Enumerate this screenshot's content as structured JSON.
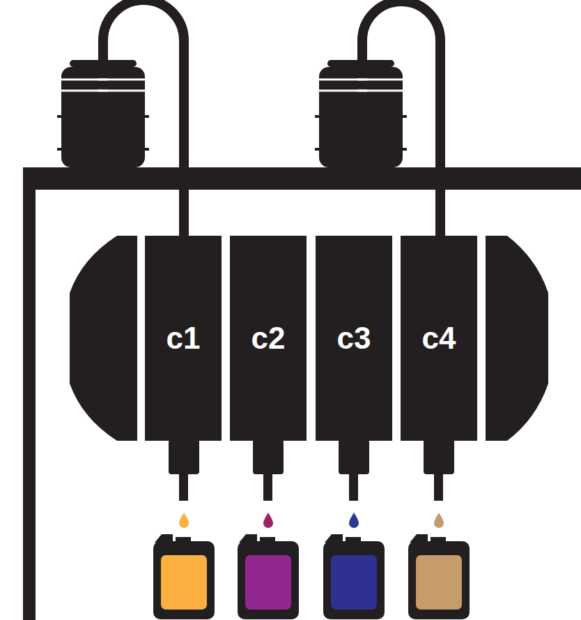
{
  "diagram": {
    "nodes": [
      {
        "text": [
          "c1"
        ]
      },
      {
        "text": [
          "c2"
        ]
      },
      {
        "text": [
          "c3"
        ]
      },
      {
        "text": [
          "c4"
        ]
      }
    ]
  }
}
